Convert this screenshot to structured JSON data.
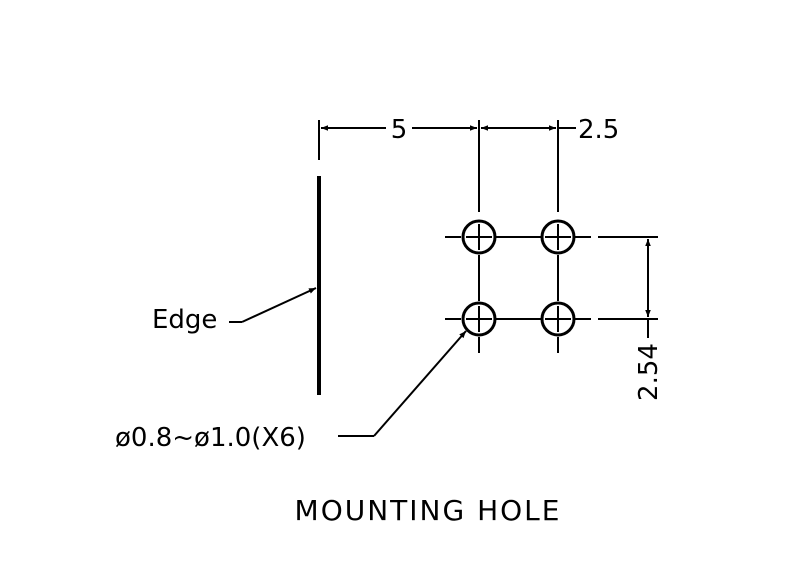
{
  "drawing": {
    "dim_horizontal_1": "5",
    "dim_horizontal_2": "2.5",
    "dim_vertical": "2.54",
    "edge_label": "Edge",
    "hole_spec": "ø0.8~ø1.0(X6)",
    "title": "MOUNTING HOLE"
  },
  "colors": {
    "line": "#000000",
    "background": "#ffffff"
  }
}
